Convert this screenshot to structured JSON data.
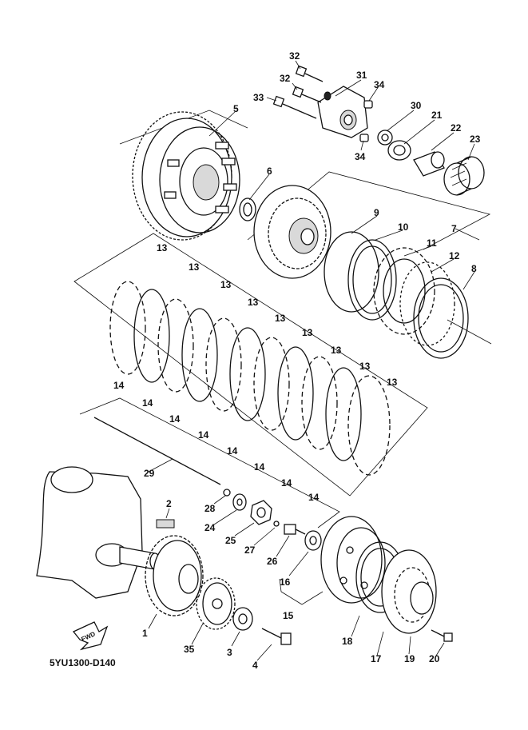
{
  "diagram_code": "5YU1300-D140",
  "fwd_label": "FWD",
  "callouts": [
    "1",
    "2",
    "3",
    "4",
    "5",
    "6",
    "7",
    "8",
    "9",
    "10",
    "11",
    "12",
    "13",
    "14",
    "15",
    "16",
    "17",
    "18",
    "19",
    "20",
    "21",
    "22",
    "23",
    "24",
    "25",
    "26",
    "27",
    "28",
    "29",
    "30",
    "31",
    "32",
    "33",
    "34",
    "35"
  ]
}
